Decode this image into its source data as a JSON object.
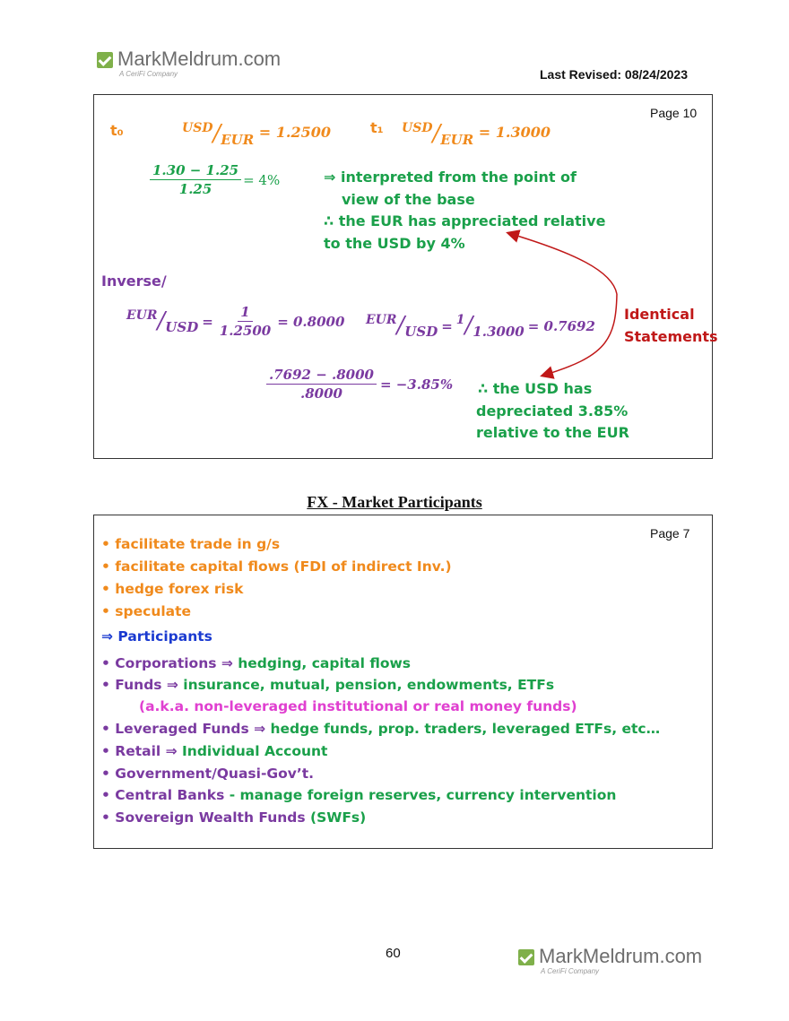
{
  "header": {
    "logo_name": "MarkMeldrum.com",
    "logo_sub": "A CeriFi Company",
    "last_revised": "Last Revised: 08/24/2023"
  },
  "box1": {
    "page_label": "Page 10",
    "t0": "t₀",
    "t0_num": "USD",
    "t0_den": "EUR",
    "t0_val": "= 1.2500",
    "t1": "t₁",
    "t1_num": "USD",
    "t1_den": "EUR",
    "t1_val": "= 1.3000",
    "calc1_num": "1.30 − 1.25",
    "calc1_den": "1.25",
    "calc1_result": "= 4%",
    "note_line1": "⇒ interpreted from the point of",
    "note_line2": "view of the base",
    "note_line3": "∴ the EUR has appreciated relative",
    "note_line4": "to the USD by 4%",
    "inverse_label": "Inverse/",
    "inv1_num": "EUR",
    "inv1_den": "USD",
    "inv1_eq": "=",
    "inv1_frac_num": "1",
    "inv1_frac_den": "1.2500",
    "inv1_result": "= 0.8000",
    "inv2_num": "EUR",
    "inv2_den": "USD",
    "inv2_eq": "=",
    "inv2_frac_num": "1",
    "inv2_frac_den": "1.3000",
    "inv2_result": "= 0.7692",
    "identical_1": "Identical",
    "identical_2": "Statements",
    "calc2_num": ".7692 − .8000",
    "calc2_den": ".8000",
    "calc2_result": "= −3.85%",
    "dep_line1": "∴ the USD has",
    "dep_line2": "depreciated 3.85%",
    "dep_line3": "relative to the EUR"
  },
  "section_title": "FX - Market Participants",
  "box2": {
    "page_label": "Page 7",
    "purposes": [
      "• facilitate trade in g/s",
      "• facilitate capital flows (FDI of indirect Inv.)",
      "• hedge forex risk",
      "• speculate"
    ],
    "participants_heading": "⇒ Participants",
    "p1_a": "• Corporations ⇒ ",
    "p1_b": "hedging, capital flows",
    "p2_a": "• Funds ⇒ ",
    "p2_b": "insurance, mutual, pension, endowments, ETFs",
    "p2_sub": "(a.k.a. non-leveraged institutional or real money funds)",
    "p3_a": "• Leveraged Funds ⇒ ",
    "p3_b": "hedge funds, prop. traders, leveraged ETFs, etc…",
    "p4_a": "• Retail ⇒ ",
    "p4_b": "Individual Account",
    "p5": "• Government/Quasi-Gov’t.",
    "p6_a": "• Central Banks ",
    "p6_b": "- manage foreign reserves, currency intervention",
    "p7_a": "• Sovereign Wealth Funds ",
    "p7_b": "(SWFs)"
  },
  "footer": {
    "page_number": "60",
    "logo_name": "MarkMeldrum.com",
    "logo_sub": "A CeriFi Company"
  },
  "colors": {
    "orange": "#f08a1c",
    "green": "#1aa04a",
    "purple": "#7a3aa0",
    "blue": "#1a3ad0",
    "red": "#c01818",
    "magenta": "#e040d0"
  }
}
